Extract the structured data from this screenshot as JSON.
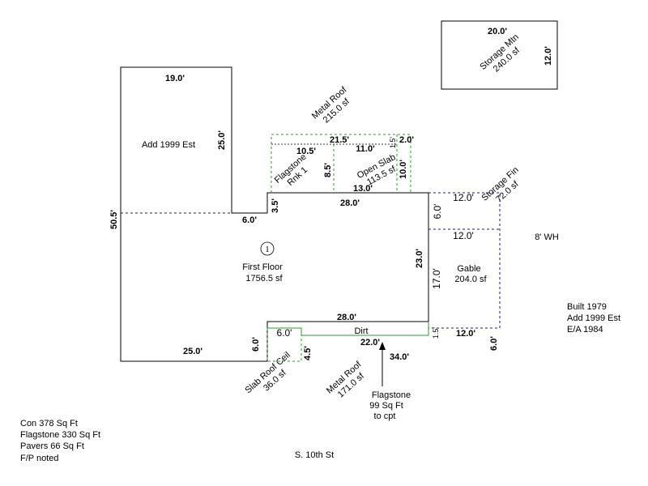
{
  "areas": {
    "add_1999": {
      "label": "Add 1999 Est"
    },
    "first_floor": {
      "label": "First Floor",
      "area": "1756.5 sf",
      "marker": "1"
    },
    "storage_mtn": {
      "label": "Storage Mtn",
      "area": "240.0 sf"
    },
    "metal_roof_top": {
      "label": "Metal Roof",
      "area": "215.0 sf"
    },
    "flagstone_rnk": {
      "label": "Flagstone",
      "sub": "Rnk 1"
    },
    "open_slab": {
      "label": "Open Slab",
      "area": "113.5 sf"
    },
    "storage_fin": {
      "label": "Storage Fin",
      "area": "72.0 sf"
    },
    "gable": {
      "label": "Gable",
      "area": "204.0 sf"
    },
    "dirt": {
      "label": "Dirt"
    },
    "slab_roof_ceil": {
      "label": "Slab Roof Ceil",
      "area": "36.0 sf"
    },
    "metal_roof_bottom": {
      "label": "Metal Roof",
      "area": "171.0 sf"
    },
    "flagstone_note": {
      "line1": "Flagstone",
      "line2": "99 Sq Ft",
      "line3": "to cpt"
    }
  },
  "dims": {
    "d19": "19.0'",
    "d25v": "25.0'",
    "d50_5": "50.5'",
    "d6_left": "6.0'",
    "d3_5": "3.5'",
    "d28_top": "28.0'",
    "d23": "23.0'",
    "d28_bottom": "28.0'",
    "d25_bottom": "25.0'",
    "d6_bottom_left": "6.0'",
    "d6_slab": "6.0'",
    "d4_5": "4.5'",
    "d22": "22.0'",
    "d34": "34.0'",
    "d1_5_bottom": "1.5'",
    "d12_bottom": "12.0'",
    "d6_right": "6.0'",
    "d12_fin": "12.0'",
    "d6_fin": "6.0'",
    "d12_gable": "12.0'",
    "d17": "17.0'",
    "d21_5": "21.5'",
    "d1_5_top": "1.5'",
    "d2": "2.0'",
    "d10_5": "10.5'",
    "d11": "11.0'",
    "d8_5": "8.5'",
    "d10": "10.0'",
    "d13": "13.0'",
    "d20": "20.0'",
    "d12_storage": "12.0'"
  },
  "notes": {
    "wh": "8' WH",
    "built_1": "Built 1979",
    "built_2": "Add 1999 Est",
    "built_3": "E/A 1984",
    "summary_1": "Con 378 Sq Ft",
    "summary_2": "Flagstone 330 Sq Ft",
    "summary_3": "Pavers 66 Sq Ft",
    "summary_4": "F/P noted",
    "street": "S. 10th St"
  }
}
